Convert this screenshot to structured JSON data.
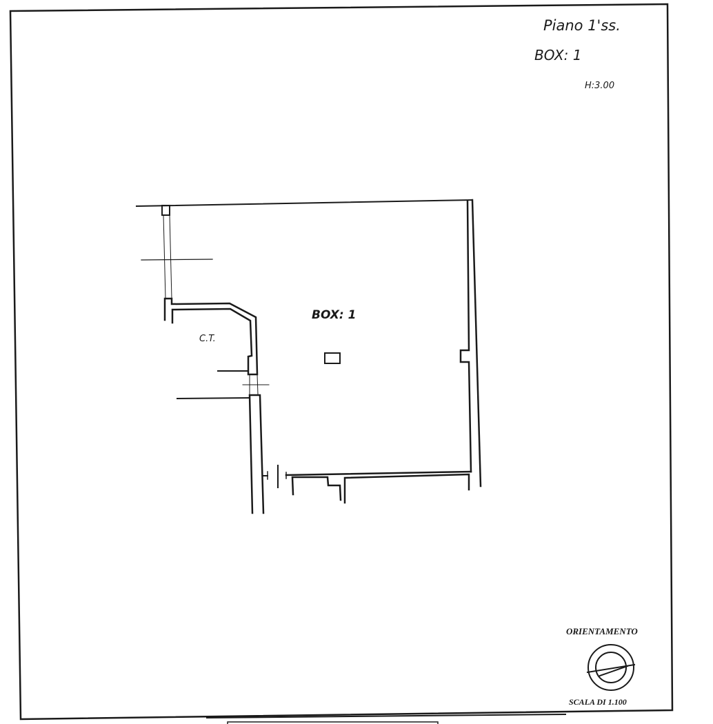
{
  "header": {
    "floor": "Piano 1'ss.",
    "box": "BOX: 1",
    "height": "H:3.00"
  },
  "plan": {
    "room_label": "BOX: 1",
    "utility_label": "C.T."
  },
  "legend": {
    "orientation_title": "ORIENTAMENTO",
    "scale": "SCALA DI 1.100"
  },
  "colors": {
    "ink": "#1a1a1a",
    "paper": "#ffffff"
  }
}
